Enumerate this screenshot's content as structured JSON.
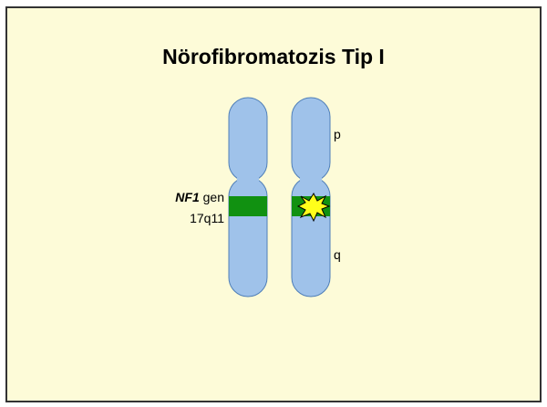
{
  "slide": {
    "title": "Nörofibromatozis Tip I"
  },
  "labels": {
    "gene_symbol": "NF1",
    "gene_word": " gen",
    "locus": "17q11",
    "p_arm": "p",
    "q_arm": "q"
  },
  "icons": {
    "mutation": "mutation-starburst-icon"
  },
  "colors": {
    "background": "#fdfbd8",
    "chromosome_fill": "#9fc2ea",
    "chromosome_stroke": "#4f7fb8",
    "gene_band": "#119111",
    "mutation_fill": "#ffff1a"
  }
}
